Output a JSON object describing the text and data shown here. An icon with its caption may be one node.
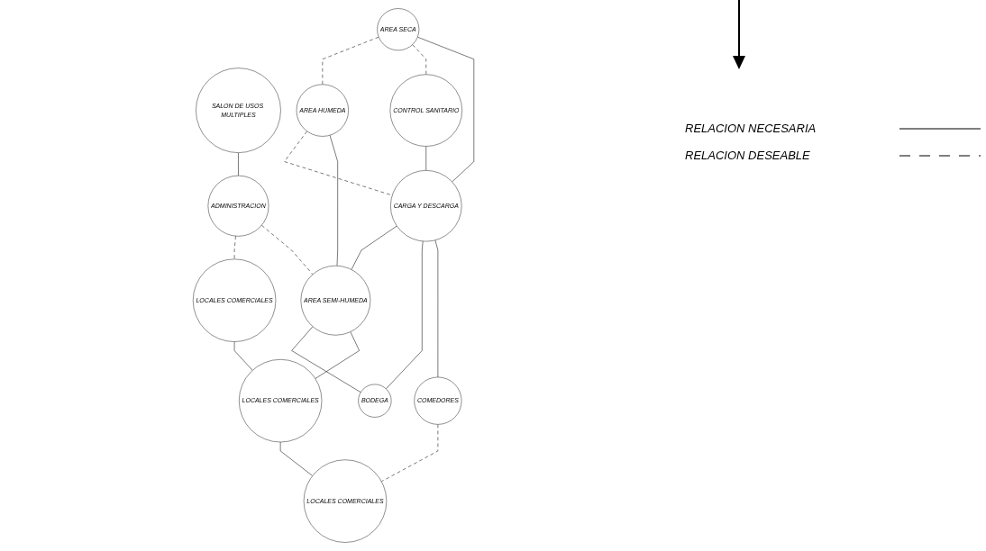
{
  "diagram": {
    "nodes": [
      {
        "text": [
          "SALON DE USOS MULTIPLES"
        ]
      },
      {
        "text": [
          "AREA SECA"
        ]
      },
      {
        "text": [
          "CONTROL SANITARIO"
        ]
      },
      {
        "text": [
          "AREA HUMEDA"
        ]
      },
      {
        "text": [
          "ADMINISTRACION"
        ]
      },
      {
        "text": [
          "CARGA Y DESCARGA"
        ]
      },
      {
        "text": [
          "LOCALES COMERCIALES"
        ]
      },
      {
        "text": [
          "AREA SEMI-HUMEDA"
        ]
      },
      {
        "text": [
          "BODEGA"
        ]
      },
      {
        "text": [
          "COMEDORES"
        ]
      },
      {
        "text": [
          "LOCALES COMERCIALES"
        ]
      },
      {
        "text": [
          "LOCALES COMERCIALES"
        ]
      }
    ],
    "edges": [
      {
        "from": 0,
        "to": 4,
        "arrow": "none"
      },
      {
        "from": 1,
        "to": 3,
        "arrow": "none",
        "style": "dashed"
      },
      {
        "from": 1,
        "to": 2,
        "arrow": "none",
        "style": "dashed"
      },
      {
        "from": 1,
        "to": 5,
        "arrow": "none"
      },
      {
        "from": 2,
        "to": 5,
        "arrow": "none"
      },
      {
        "from": 3,
        "to": 5,
        "arrow": "none",
        "style": "dashed"
      },
      {
        "from": 3,
        "to": 7,
        "arrow": "none"
      },
      {
        "from": 4,
        "to": 6,
        "arrow": "none",
        "style": "dashed"
      },
      {
        "from": 4,
        "to": 7,
        "arrow": "none",
        "style": "dashed"
      },
      {
        "from": 5,
        "to": 7,
        "arrow": "none"
      },
      {
        "from": 5,
        "to": 8,
        "arrow": "none"
      },
      {
        "from": 5,
        "to": 9,
        "arrow": "none"
      },
      {
        "from": 7,
        "to": 8,
        "arrow": "none"
      },
      {
        "from": 6,
        "to": 10,
        "arrow": "none"
      },
      {
        "from": 7,
        "to": 10,
        "arrow": "none"
      },
      {
        "from": 10,
        "to": 11,
        "arrow": "none"
      },
      {
        "from": 9,
        "to": 11,
        "arrow": "none",
        "style": "dashed"
      }
    ],
    "legend": [
      {
        "text": "RELACION NECESARIA"
      },
      {
        "text": "RELACION DESEABLE"
      }
    ]
  }
}
